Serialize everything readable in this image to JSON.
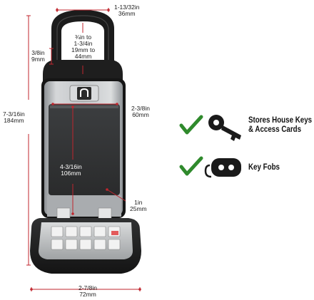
{
  "dimensions": {
    "shackle_width": {
      "imperial": "1-13/32in",
      "metric": "36mm"
    },
    "shackle_clearance": {
      "imperial": "¾in to",
      "imperial2": "1-3/4in",
      "metric": "19mm to",
      "metric2": "44mm"
    },
    "shackle_thickness": {
      "imperial": "3/8in",
      "metric": "9mm"
    },
    "total_height": {
      "imperial": "7-3/16in",
      "metric": "184mm"
    },
    "interior_width": {
      "imperial": "2-3/8in",
      "metric": "60mm"
    },
    "interior_height": {
      "imperial": "4-3/16in",
      "metric": "106mm"
    },
    "interior_depth": {
      "imperial": "1in",
      "metric": "25mm"
    },
    "base_width": {
      "imperial": "2-7/8in",
      "metric": "72mm"
    }
  },
  "features": [
    {
      "line1": "Stores House Keys",
      "line2": "& Access Cards",
      "icon": "house-key-icon"
    },
    {
      "line1": "Key Fobs",
      "icon": "key-fob-icon"
    }
  ],
  "colors": {
    "dimension_line": "#c0262e",
    "check": "#2f8a2c",
    "body_black": "#1e1e1e",
    "body_silver": "#b9bcbf"
  }
}
